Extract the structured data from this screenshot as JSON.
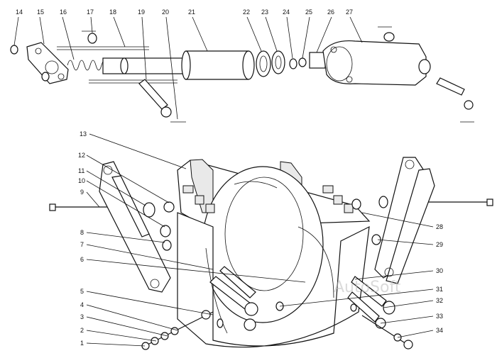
{
  "watermark": "AutoSoft",
  "callouts": [
    {
      "id": "c14",
      "label": "14"
    },
    {
      "id": "c15",
      "label": "15"
    },
    {
      "id": "c16",
      "label": "16"
    },
    {
      "id": "c17",
      "label": "17"
    },
    {
      "id": "c18",
      "label": "18"
    },
    {
      "id": "c19",
      "label": "19"
    },
    {
      "id": "c20",
      "label": "20"
    },
    {
      "id": "c21",
      "label": "21"
    },
    {
      "id": "c22",
      "label": "22"
    },
    {
      "id": "c23",
      "label": "23"
    },
    {
      "id": "c24",
      "label": "24"
    },
    {
      "id": "c25",
      "label": "25"
    },
    {
      "id": "c26",
      "label": "26"
    },
    {
      "id": "c27",
      "label": "27"
    },
    {
      "id": "c13",
      "label": "13"
    },
    {
      "id": "c12",
      "label": "12"
    },
    {
      "id": "c11",
      "label": "11"
    },
    {
      "id": "c10",
      "label": "10"
    },
    {
      "id": "c9",
      "label": "9"
    },
    {
      "id": "c8",
      "label": "8"
    },
    {
      "id": "c7",
      "label": "7"
    },
    {
      "id": "c6",
      "label": "6"
    },
    {
      "id": "c5",
      "label": "5"
    },
    {
      "id": "c4",
      "label": "4"
    },
    {
      "id": "c3",
      "label": "3"
    },
    {
      "id": "c2",
      "label": "2"
    },
    {
      "id": "c1",
      "label": "1"
    },
    {
      "id": "c28",
      "label": "28"
    },
    {
      "id": "c29",
      "label": "29"
    },
    {
      "id": "c30",
      "label": "30"
    },
    {
      "id": "c31",
      "label": "31"
    },
    {
      "id": "c32",
      "label": "32"
    },
    {
      "id": "c33",
      "label": "33"
    },
    {
      "id": "c34",
      "label": "34"
    }
  ]
}
